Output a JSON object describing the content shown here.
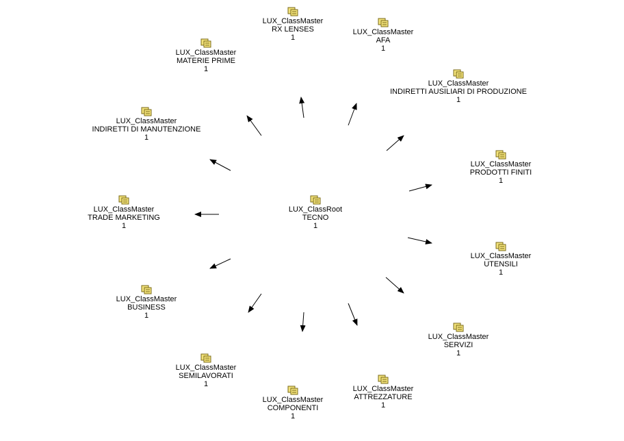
{
  "root": {
    "icon": "class-folder-icon",
    "type": "LUX_ClassRoot",
    "name": "TECNO",
    "count": "1"
  },
  "nodes": [
    {
      "icon": "class-folder-icon",
      "type": "LUX_ClassMaster",
      "name": "RX LENSES",
      "count": "1"
    },
    {
      "icon": "class-folder-icon",
      "type": "LUX_ClassMaster",
      "name": "AFA",
      "count": "1"
    },
    {
      "icon": "class-folder-icon",
      "type": "LUX_ClassMaster",
      "name": "INDIRETTI AUSILIARI DI PRODUZIONE",
      "count": "1"
    },
    {
      "icon": "class-folder-icon",
      "type": "LUX_ClassMaster",
      "name": "PRODOTTI FINITI",
      "count": "1"
    },
    {
      "icon": "class-folder-icon",
      "type": "LUX_ClassMaster",
      "name": "UTENSILI",
      "count": "1"
    },
    {
      "icon": "class-folder-icon",
      "type": "LUX_ClassMaster",
      "name": "SERVIZI",
      "count": "1"
    },
    {
      "icon": "class-folder-icon",
      "type": "LUX_ClassMaster",
      "name": "ATTREZZATURE",
      "count": "1"
    },
    {
      "icon": "class-folder-icon",
      "type": "LUX_ClassMaster",
      "name": "COMPONENTI",
      "count": "1"
    },
    {
      "icon": "class-folder-icon",
      "type": "LUX_ClassMaster",
      "name": "SEMILAVORATI",
      "count": "1"
    },
    {
      "icon": "class-folder-icon",
      "type": "LUX_ClassMaster",
      "name": "BUSINESS",
      "count": "1"
    },
    {
      "icon": "class-folder-icon",
      "type": "LUX_ClassMaster",
      "name": "TRADE MARKETING",
      "count": "1"
    },
    {
      "icon": "class-folder-icon",
      "type": "LUX_ClassMaster",
      "name": "INDIRETTI DI MANUTENZIONE",
      "count": "1"
    },
    {
      "icon": "class-folder-icon",
      "type": "LUX_ClassMaster",
      "name": "MATERIE PRIME",
      "count": "1"
    }
  ],
  "colors": {
    "icon_fill": "#f2e27a",
    "icon_stroke": "#7a6a1a",
    "arrow": "#000000"
  }
}
